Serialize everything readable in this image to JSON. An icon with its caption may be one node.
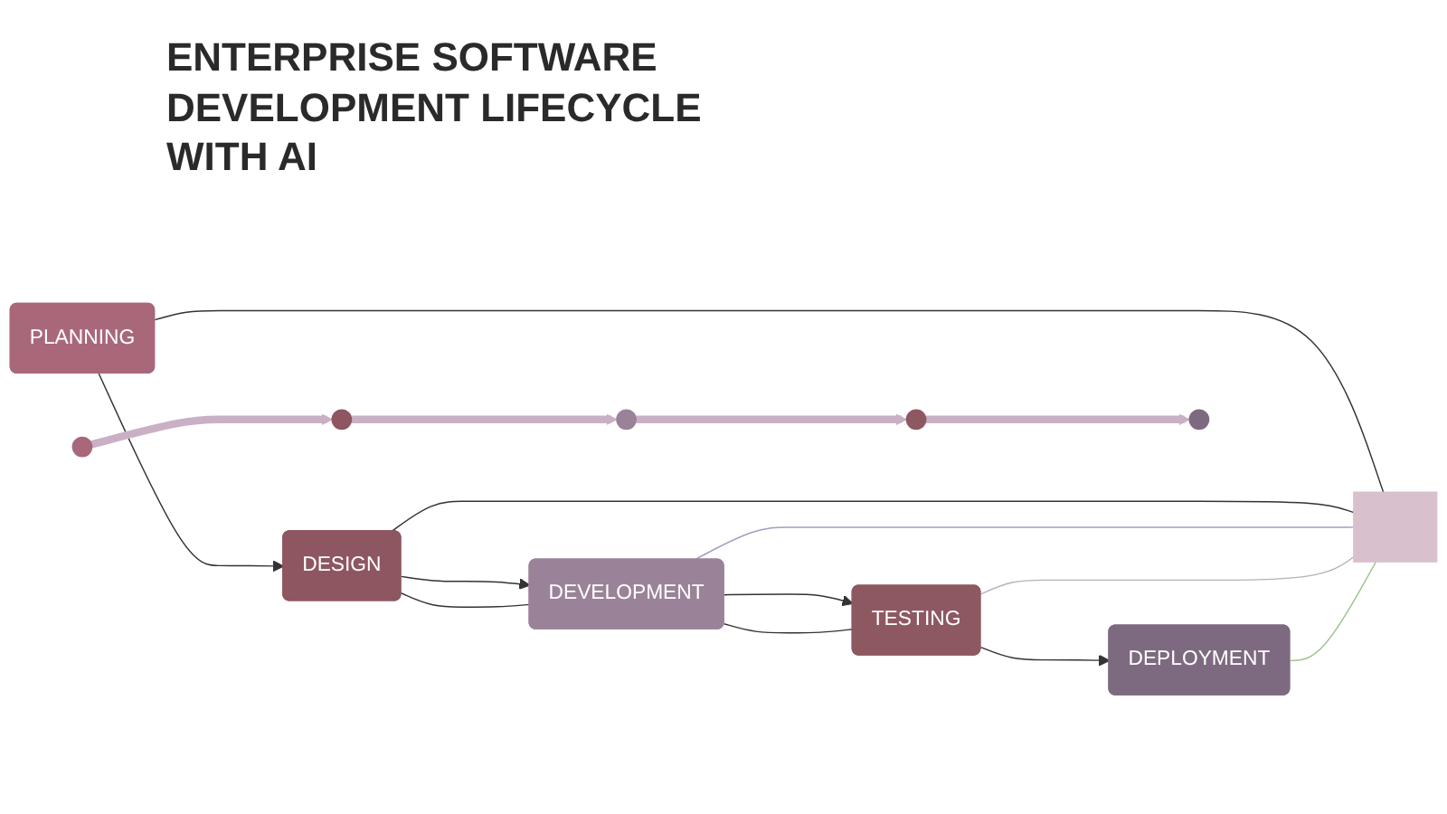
{
  "diagram": {
    "title": "ENTERPRISE SOFTWARE DEVELOPMENT LIFECYCLE WITH AI",
    "nodes": [
      {
        "text": [
          "PLANNING"
        ]
      },
      {
        "text": [
          "DESIGN"
        ]
      },
      {
        "text": [
          "DEVELOPMENT"
        ]
      },
      {
        "text": [
          "TESTING"
        ]
      },
      {
        "text": [
          "DEPLOYMENT"
        ]
      },
      {
        "text": [],
        "shape": "circle"
      },
      {
        "text": [],
        "shape": "circle"
      },
      {
        "text": [],
        "shape": "circle"
      },
      {
        "text": [],
        "shape": "circle"
      },
      {
        "text": [],
        "shape": "circle"
      },
      {
        "text": [],
        "shape": "bar"
      }
    ],
    "edges": [
      {
        "from": 0,
        "to": 1,
        "arrow": "to"
      },
      {
        "from": 1,
        "to": 2,
        "arrow": "to"
      },
      {
        "from": 2,
        "to": 3,
        "arrow": "to"
      },
      {
        "from": 3,
        "to": 4,
        "arrow": "to"
      },
      {
        "from": 5,
        "to": 6,
        "arrow": "to",
        "style": "thick",
        "color": "#c9b0c4"
      },
      {
        "from": 6,
        "to": 7,
        "arrow": "to",
        "style": "thick",
        "color": "#c9b0c4"
      },
      {
        "from": 7,
        "to": 8,
        "arrow": "to",
        "style": "thick",
        "color": "#c9b0c4"
      },
      {
        "from": 8,
        "to": 9,
        "arrow": "to",
        "style": "thick",
        "color": "#c9b0c4"
      },
      {
        "from": 0,
        "to": 10,
        "arrow": "none"
      },
      {
        "from": 1,
        "to": 10,
        "arrow": "none"
      },
      {
        "from": 1,
        "to": 2,
        "arrow": "none"
      },
      {
        "from": 2,
        "to": 10,
        "arrow": "none",
        "color": "#a89ac0"
      },
      {
        "from": 2,
        "to": 3,
        "arrow": "none"
      },
      {
        "from": 3,
        "to": 10,
        "arrow": "none",
        "color": "#b8b0b8"
      },
      {
        "from": 4,
        "to": 10,
        "arrow": "none",
        "color": "#9cc48c"
      }
    ]
  }
}
